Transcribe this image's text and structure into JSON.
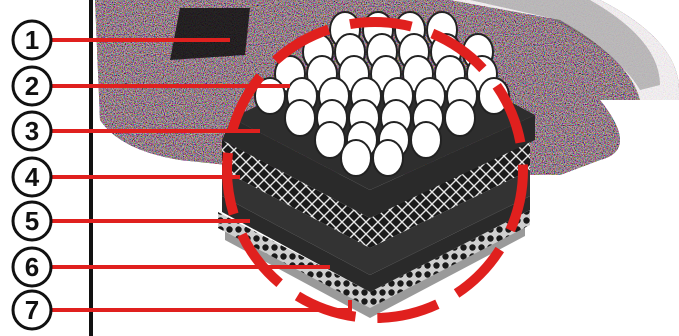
{
  "diagram": {
    "callouts": [
      {
        "label": "1",
        "part": "carpet-surface"
      },
      {
        "label": "2",
        "part": "foam-pellets"
      },
      {
        "label": "3",
        "part": "top-rubber-layer"
      },
      {
        "label": "4",
        "part": "mesh-layer"
      },
      {
        "label": "5",
        "part": "middle-rubber-layer"
      },
      {
        "label": "6",
        "part": "nub-backing"
      },
      {
        "label": "7",
        "part": "base-layer"
      }
    ],
    "colors": {
      "highlight_circle": "#e0201e",
      "callout_line": "#e0201e",
      "rubber": "#2a2a2a",
      "mesh_background": "#1b1b1b",
      "mesh_lines": "#e8e8e8",
      "pellet": "#ffffff",
      "base": "#9a9a9a"
    }
  }
}
